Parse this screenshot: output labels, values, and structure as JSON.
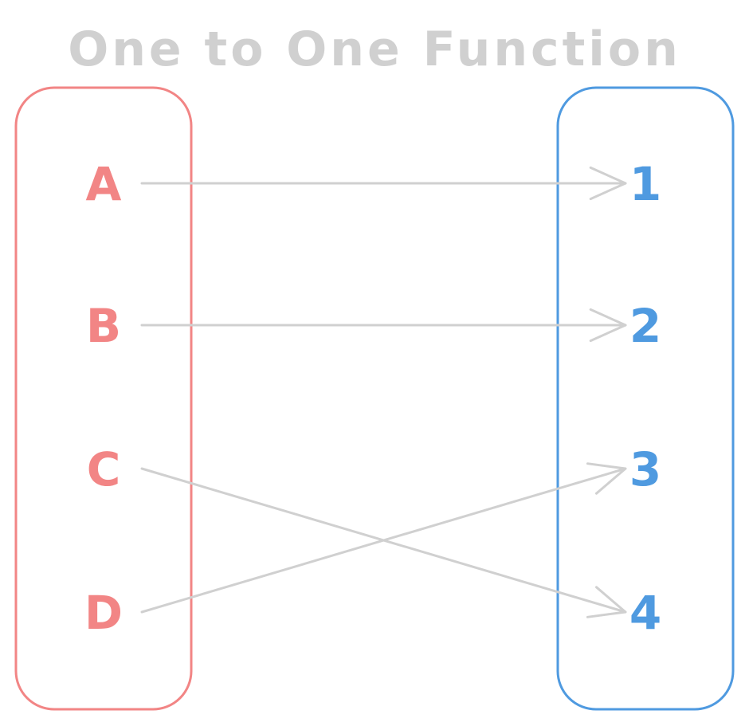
{
  "title": "One to One Function",
  "domain": {
    "items": [
      "A",
      "B",
      "C",
      "D"
    ]
  },
  "codomain": {
    "items": [
      "1",
      "2",
      "3",
      "4"
    ]
  },
  "mappings": [
    {
      "from": "A",
      "to": "1"
    },
    {
      "from": "B",
      "to": "2"
    },
    {
      "from": "C",
      "to": "4"
    },
    {
      "from": "D",
      "to": "3"
    }
  ],
  "colors": {
    "title": "#d0d0d0",
    "domain": "#f28585",
    "codomain": "#4f9ae0",
    "arrow": "#d0d0d0",
    "background": "#ffffff"
  }
}
